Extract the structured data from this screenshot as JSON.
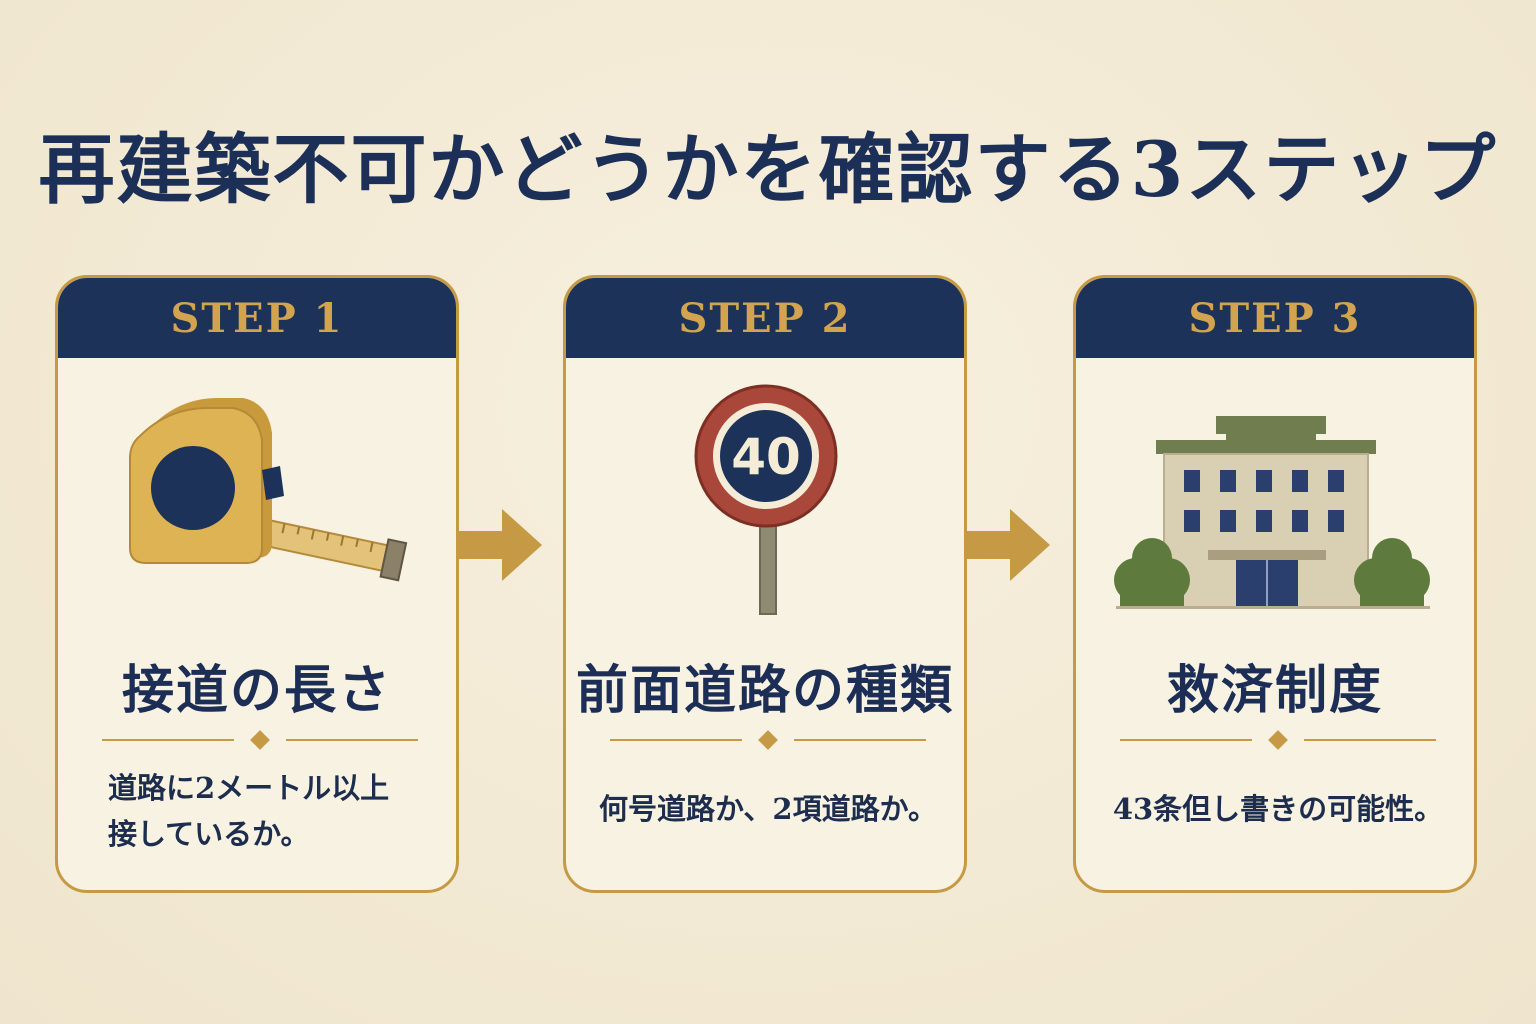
{
  "title": "再建築不可かどうかを確認する3ステップ",
  "steps": [
    {
      "label": "STEP 1",
      "heading": "接道の長さ",
      "desc_line1": "道路に2メートル以上",
      "desc_line2": "接しているか。",
      "icon": "tape-measure-icon"
    },
    {
      "label": "STEP 2",
      "heading": "前面道路の種類",
      "desc_line1": "何号道路か、2項道路か。",
      "icon": "speed-sign-icon",
      "sign_number": "40"
    },
    {
      "label": "STEP 3",
      "heading": "救済制度",
      "desc_line1": "43条但し書きの可能性。",
      "icon": "building-icon"
    }
  ],
  "colors": {
    "navy": "#1c3259",
    "gold": "#c69a45",
    "background": "#f3ead6"
  }
}
